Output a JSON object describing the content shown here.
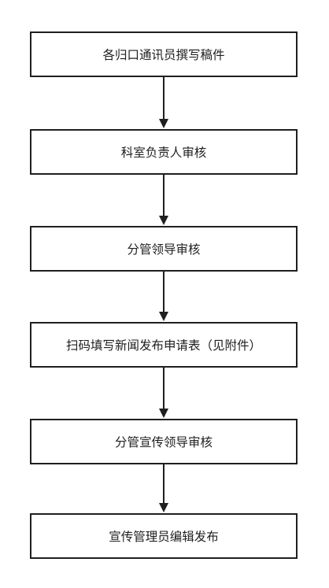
{
  "flowchart": {
    "steps": [
      {
        "label": "各归口通讯员撰写稿件"
      },
      {
        "label": "科室负责人审核"
      },
      {
        "label": "分管领导审核"
      },
      {
        "label": "扫码填写新闻发布申请表（见附件）"
      },
      {
        "label": "分管宣传领导审核"
      },
      {
        "label": "宣传管理员编辑发布"
      }
    ],
    "colors": {
      "stroke": "#1f1f1f",
      "background": "#ffffff",
      "text": "#1f1f1f"
    }
  }
}
